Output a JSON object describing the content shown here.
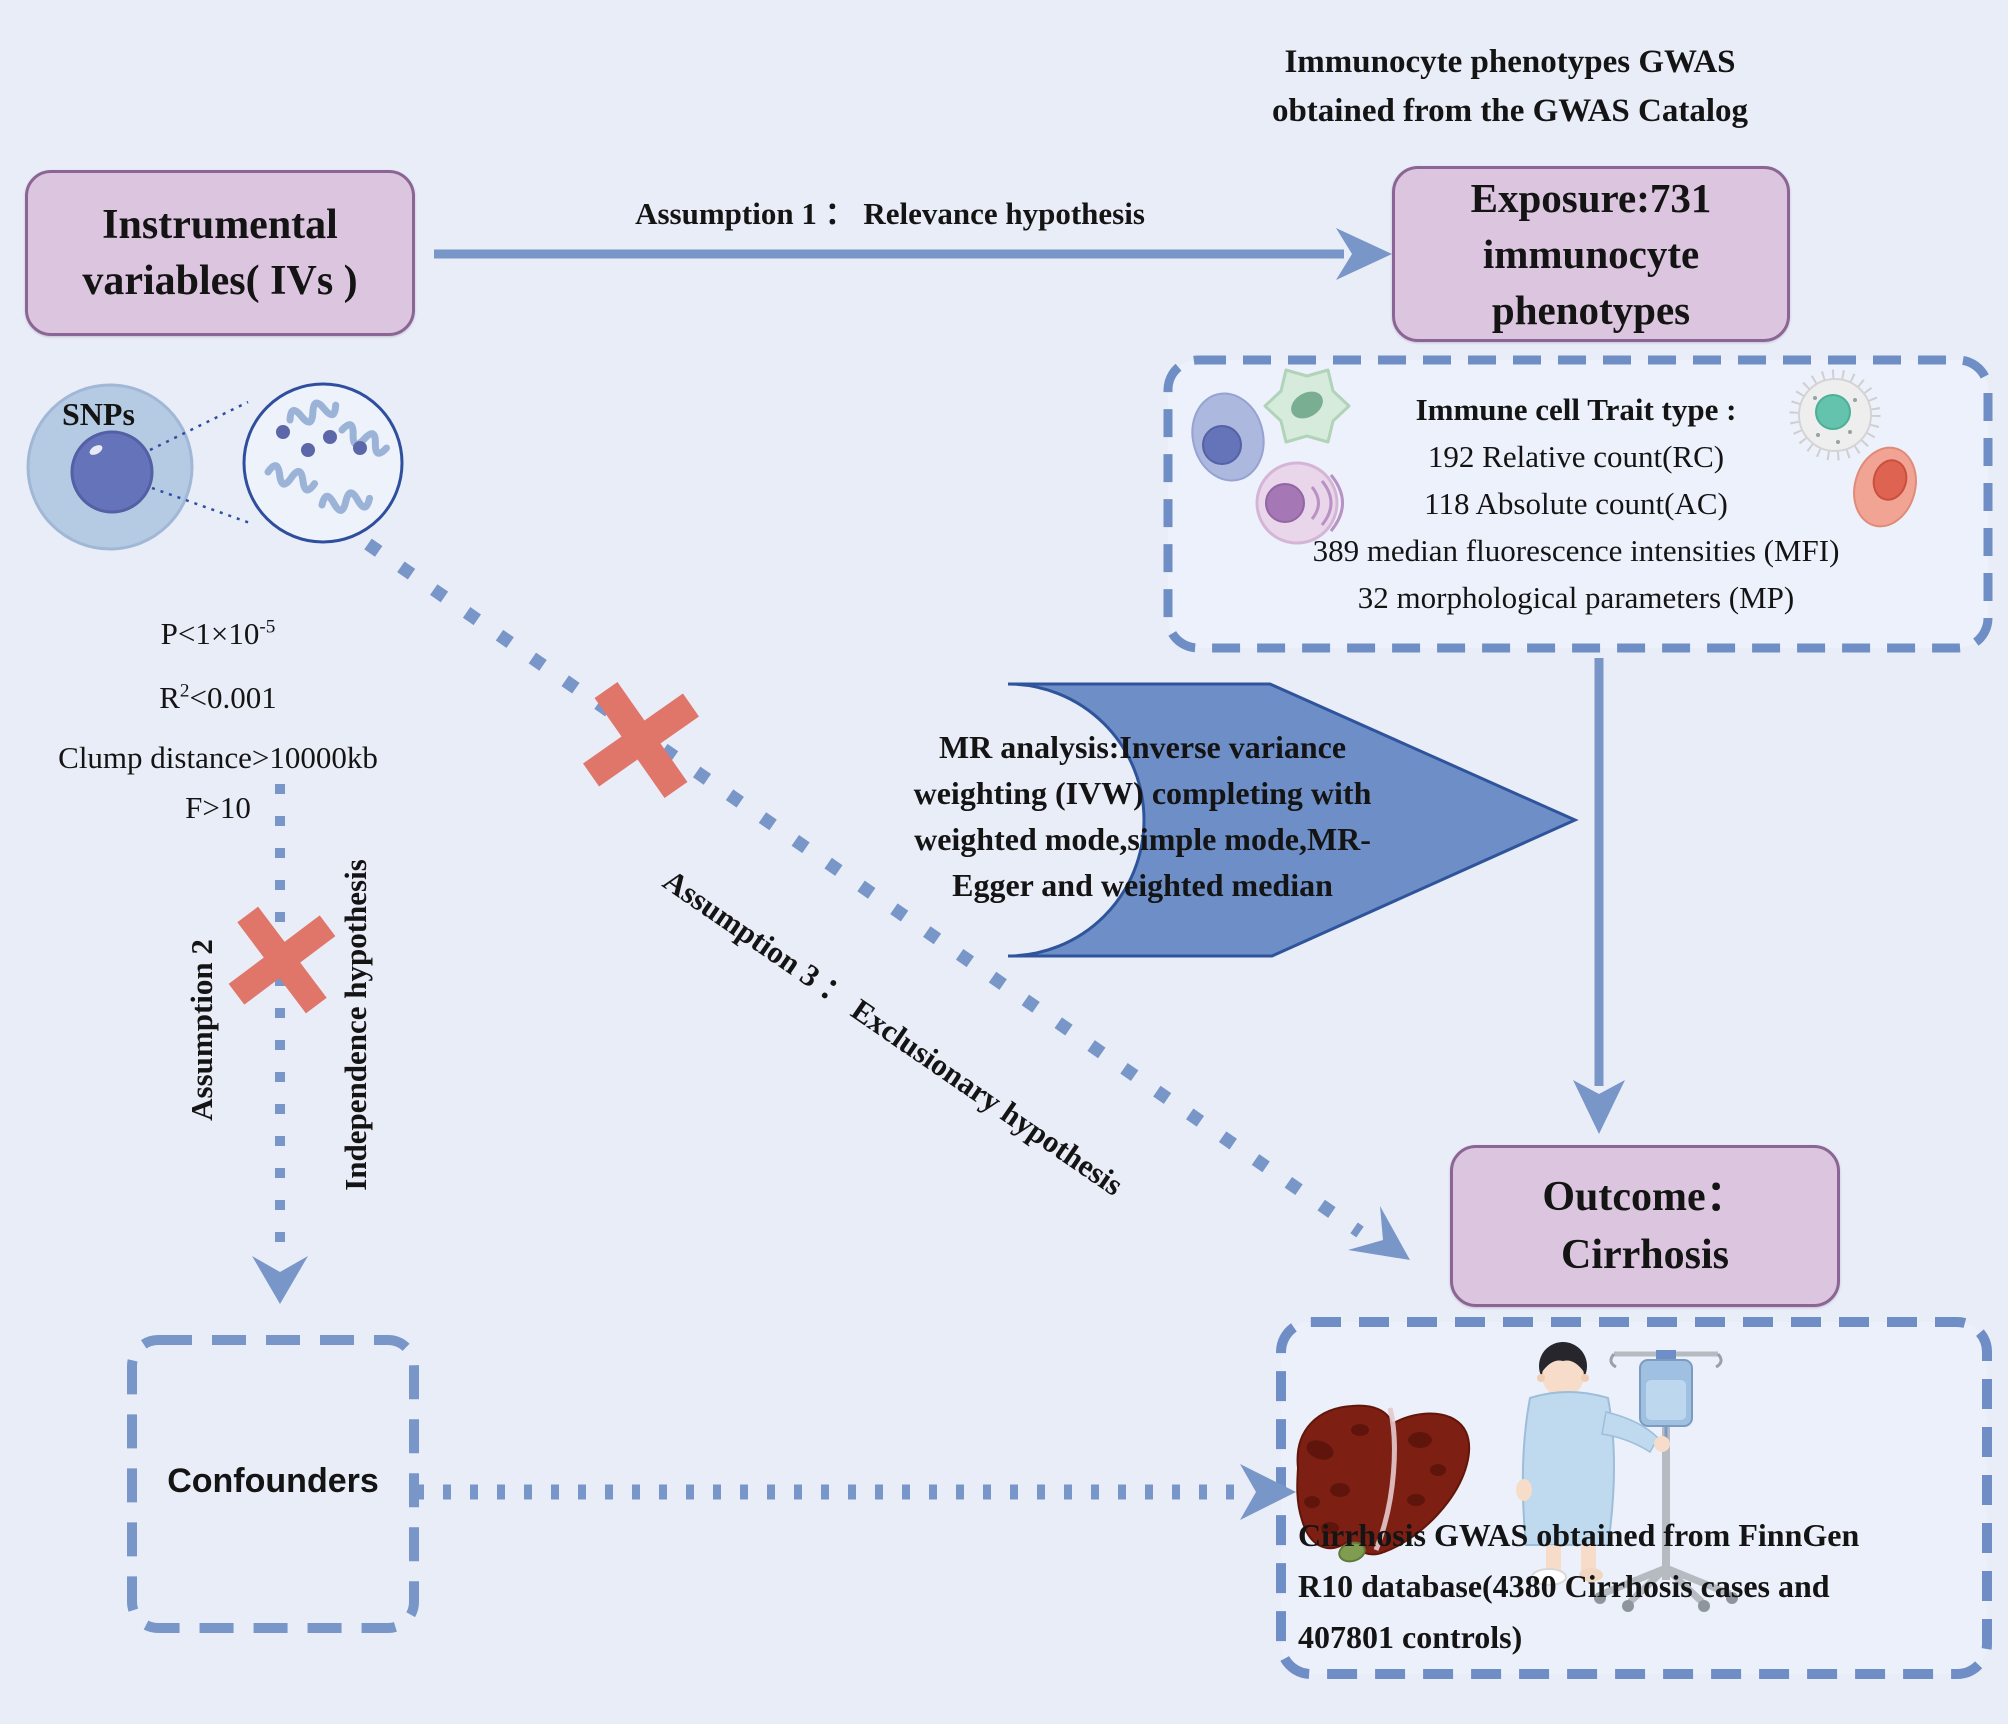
{
  "colors": {
    "background": "#e9edf8",
    "arrow_blue": "#7896c7",
    "dashed_blue": "#6f8ec5",
    "pentagon_fill": "#6d8ec6",
    "pentagon_border": "#2f549c",
    "purple_box_fill": "#dcc6df",
    "purple_box_border": "#8b6593",
    "cross_red": "#e0756a",
    "text": "#141414"
  },
  "title": {
    "line1": "Immunocyte phenotypes GWAS",
    "line2": "obtained from the GWAS Catalog"
  },
  "iv_box": {
    "line1": "Instrumental",
    "line2": "variables( IVs )"
  },
  "snps_label": "SNPs",
  "assumption1_label": "Assumption 1 ：  Relevance hypothesis",
  "exposure_box": {
    "line1": "Exposure:731",
    "line2": "immunocyte",
    "line3": "phenotypes"
  },
  "trait_box": {
    "title": "Immune cell Trait type :",
    "items": [
      "192 Relative count(RC)",
      "118 Absolute count(AC)",
      "389 median fluorescence intensities  (MFI)",
      "32 morphological parameters (MP)"
    ]
  },
  "criteria": {
    "p_base": "P<1×10",
    "p_sup": "-5",
    "r_head": "R",
    "r_sup": "2",
    "r_tail": "<0.001",
    "clump": "Clump distance>10000kb",
    "f": "F>10"
  },
  "assumption2_label": "Assumption 2",
  "independence_label": "Independence hypothesis",
  "assumption3_label": "Assumption 3 ：  Exclusionary hypothesis",
  "mr_box": {
    "line1": "MR analysis:Inverse variance",
    "line2": "weighting (IVW)  completing with",
    "line3": "weighted mode,simple mode,MR-",
    "line4": "Egger and weighted median"
  },
  "outcome_box": {
    "line1": "Outcome：",
    "line2": "Cirrhosis"
  },
  "confounders_label": "Confounders",
  "finngen_box": {
    "line1": "Cirrhosis GWAS obtained from FinnGen",
    "line2": "R10  database(4380 Cirrhosis cases and",
    "line3": "407801 controls)"
  }
}
